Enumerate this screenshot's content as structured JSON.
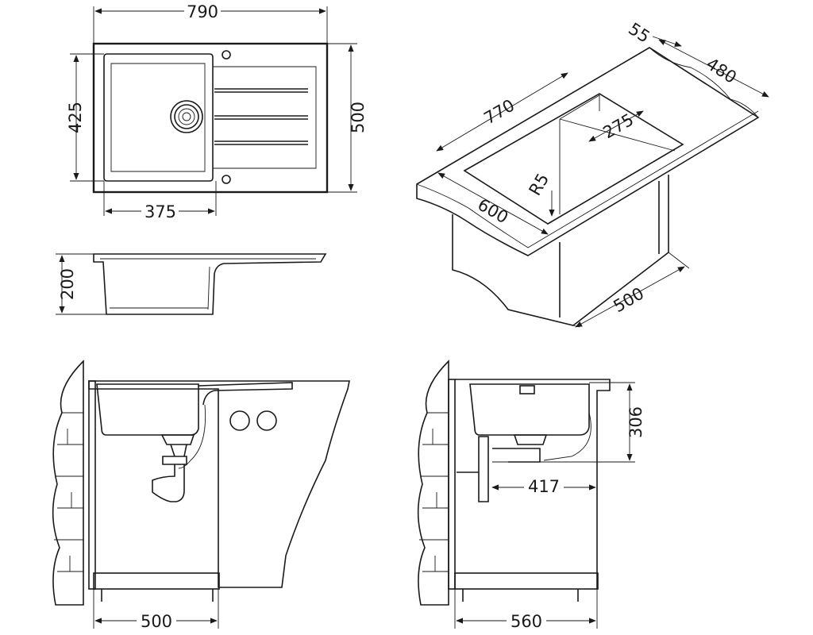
{
  "top_view": {
    "width": "790",
    "bowl_height": "425",
    "depth": "500",
    "bowl_width": "375"
  },
  "side_view": {
    "height": "200"
  },
  "iso_view": {
    "top_depth": "55",
    "width_right": "480",
    "length": "770",
    "bowl_length": "275",
    "radius": "R5",
    "cabinet_width": "600",
    "cabinet_depth": "500"
  },
  "front_section_left": {
    "cabinet_width": "500"
  },
  "front_section_right": {
    "bowl_depth": "306",
    "drain_offset": "417",
    "cabinet_width": "560"
  },
  "colors": {
    "line": "#1a1a1a",
    "background": "#ffffff"
  }
}
